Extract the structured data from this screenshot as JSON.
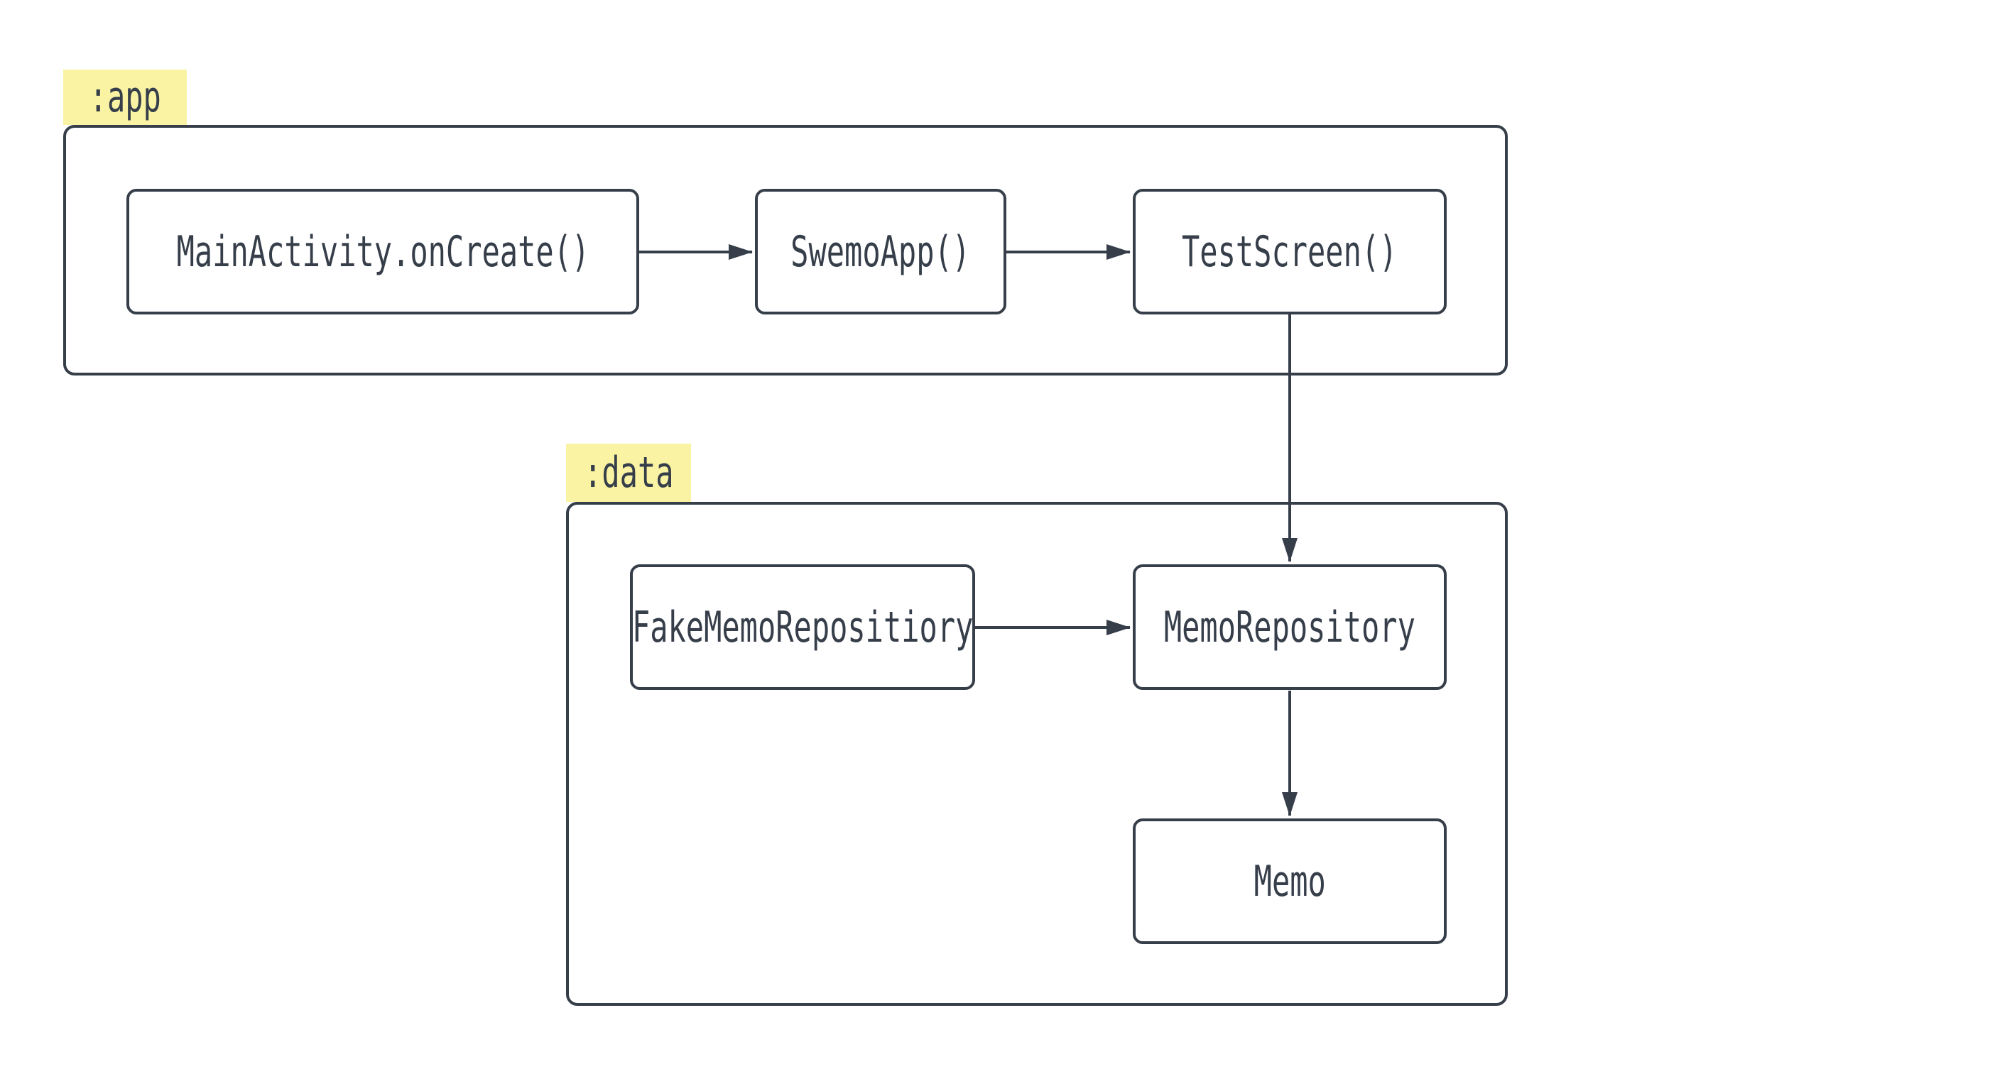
{
  "diagram": {
    "title": "module dependency diagram",
    "colors": {
      "background": "#ffffff",
      "stroke": "#363E4A",
      "text": "#363E4A",
      "group_label_background": "#FAF3A3",
      "node_fill": "#ffffff"
    },
    "groups": [
      {
        "id": "app",
        "label": ":app"
      },
      {
        "id": "data",
        "label": ":data"
      }
    ],
    "nodes": [
      {
        "id": "main-activity-oncreate",
        "label": "MainActivity.onCreate()",
        "group": "app"
      },
      {
        "id": "swemo-app",
        "label": "SwemoApp()",
        "group": "app"
      },
      {
        "id": "test-screen",
        "label": "TestScreen()",
        "group": "app"
      },
      {
        "id": "fake-memo-repositiory",
        "label": "FakeMemoRepositiory",
        "group": "data"
      },
      {
        "id": "memo-repository",
        "label": "MemoRepository",
        "group": "data"
      },
      {
        "id": "memo",
        "label": "Memo",
        "group": "data"
      }
    ],
    "edges": [
      {
        "from": "main-activity-oncreate",
        "to": "swemo-app",
        "direction": "right"
      },
      {
        "from": "swemo-app",
        "to": "test-screen",
        "direction": "right"
      },
      {
        "from": "test-screen",
        "to": "memo-repository",
        "direction": "down"
      },
      {
        "from": "fake-memo-repositiory",
        "to": "memo-repository",
        "direction": "right"
      },
      {
        "from": "memo-repository",
        "to": "memo",
        "direction": "down"
      }
    ]
  }
}
